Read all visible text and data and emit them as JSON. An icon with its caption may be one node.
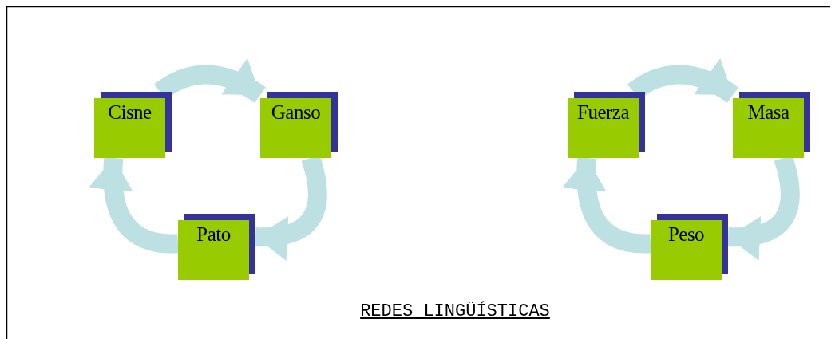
{
  "diagram": {
    "title": "REDES LINGÜÍSTICAS",
    "nodes": [
      {
        "text": [
          "Cisne"
        ]
      },
      {
        "text": [
          "Ganso"
        ]
      },
      {
        "text": [
          "Pato"
        ]
      },
      {
        "text": [
          "Fuerza"
        ]
      },
      {
        "text": [
          "Masa"
        ]
      },
      {
        "text": [
          "Peso"
        ]
      }
    ],
    "edges": [
      {
        "from": 0,
        "to": 1,
        "arrow": "to"
      },
      {
        "from": 1,
        "to": 2,
        "arrow": "to"
      },
      {
        "from": 2,
        "to": 0,
        "arrow": "to"
      },
      {
        "from": 3,
        "to": 4,
        "arrow": "to"
      },
      {
        "from": 4,
        "to": 5,
        "arrow": "to"
      },
      {
        "from": 5,
        "to": 3,
        "arrow": "to"
      }
    ]
  }
}
